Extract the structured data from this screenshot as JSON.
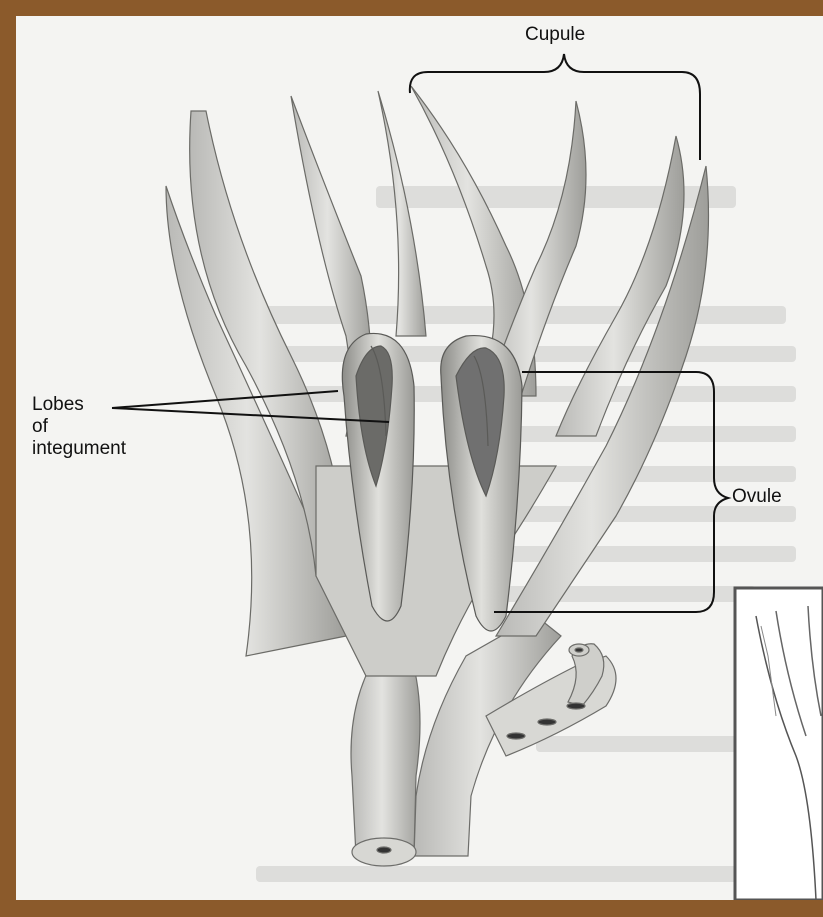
{
  "labels": {
    "cupule": "Cupule",
    "lobes_line1": "Lobes",
    "lobes_line2": "of",
    "lobes_line3": "integument",
    "ovule": "Ovule"
  }
}
